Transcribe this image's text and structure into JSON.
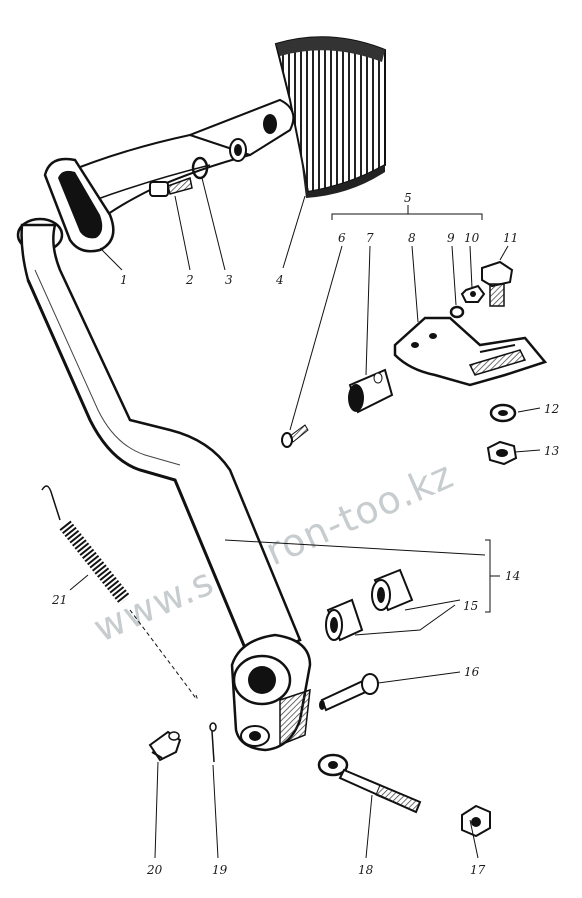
{
  "watermark": "www.sinhron-too.kz",
  "part_numbers": {
    "p1": "1",
    "p2": "2",
    "p3": "3",
    "p4": "4",
    "p5": "5",
    "p6": "6",
    "p7": "7",
    "p8": "8",
    "p9": "9",
    "p10": "10",
    "p11": "11",
    "p12": "12",
    "p13": "13",
    "p14": "14",
    "p15": "15",
    "p16": "16",
    "p17": "17",
    "p18": "18",
    "p19": "19",
    "p20": "20",
    "p21": "21"
  }
}
